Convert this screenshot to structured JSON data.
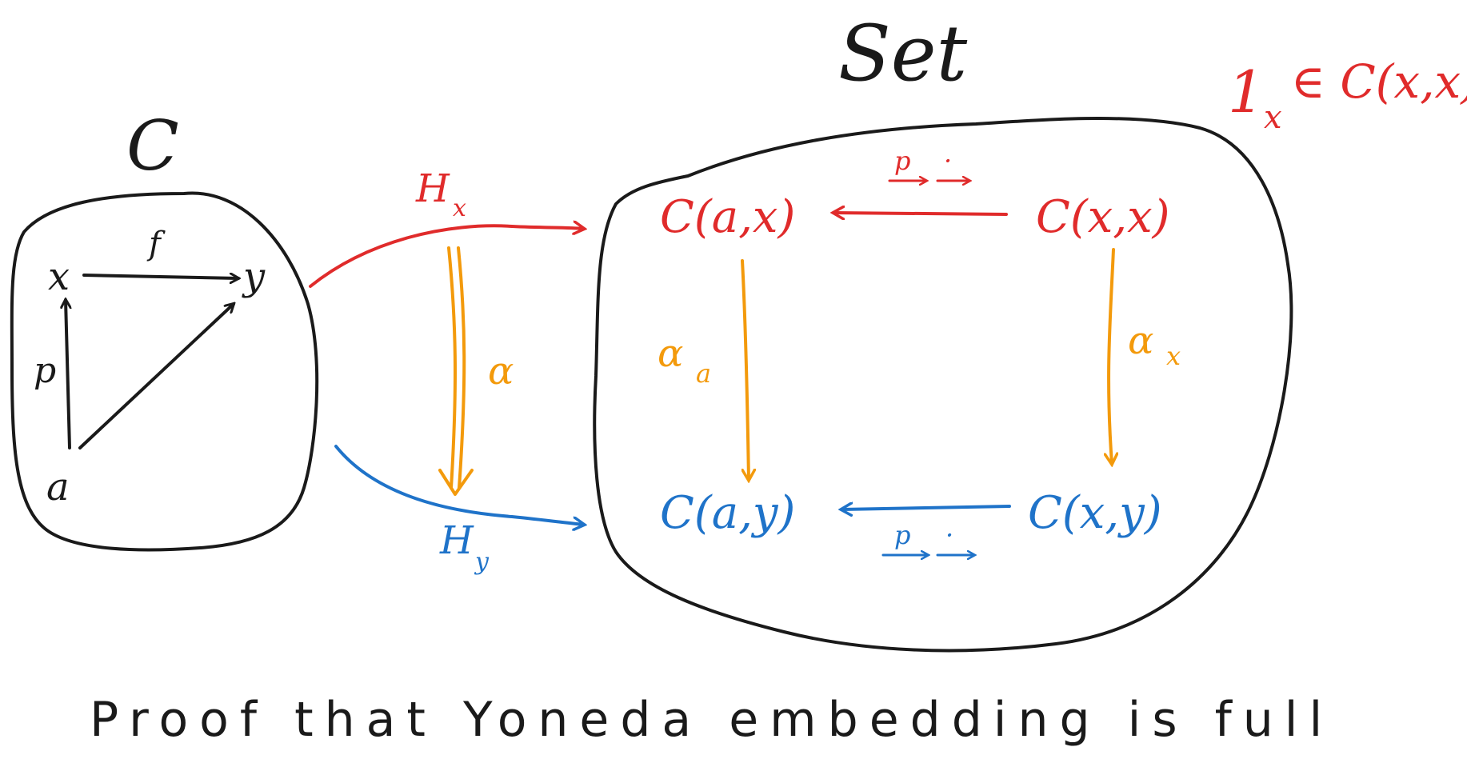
{
  "colors": {
    "ink": "#1a1a1a",
    "red": "#e02b2b",
    "orange": "#f39a0c",
    "blue": "#1f73c9",
    "background": "#ffffff"
  },
  "category_c": {
    "name": "C",
    "objects": {
      "x": "x",
      "y": "y",
      "a": "a"
    },
    "morphisms": {
      "f": "f",
      "p": "p"
    }
  },
  "category_set": {
    "name": "Set"
  },
  "functors": {
    "hx": {
      "base": "H",
      "sub": "x"
    },
    "hy": {
      "base": "H",
      "sub": "y"
    },
    "alpha": "α"
  },
  "hom_sets": {
    "c_ax": "C(a,x)",
    "c_xx": "C(x,x)",
    "c_ay": "C(a,y)",
    "c_xy": "C(x,y)"
  },
  "components": {
    "alpha_a": {
      "base": "α",
      "sub": "a"
    },
    "alpha_x": {
      "base": "α",
      "sub": "x"
    }
  },
  "precompose": {
    "top": {
      "p": "p",
      "label": "·"
    },
    "bottom": {
      "p": "p",
      "label": "·"
    }
  },
  "identity_note": {
    "one": "1",
    "sub": "x",
    "rest": "∈ C(x,x)"
  },
  "caption": "Proof that Yoneda embedding is full"
}
